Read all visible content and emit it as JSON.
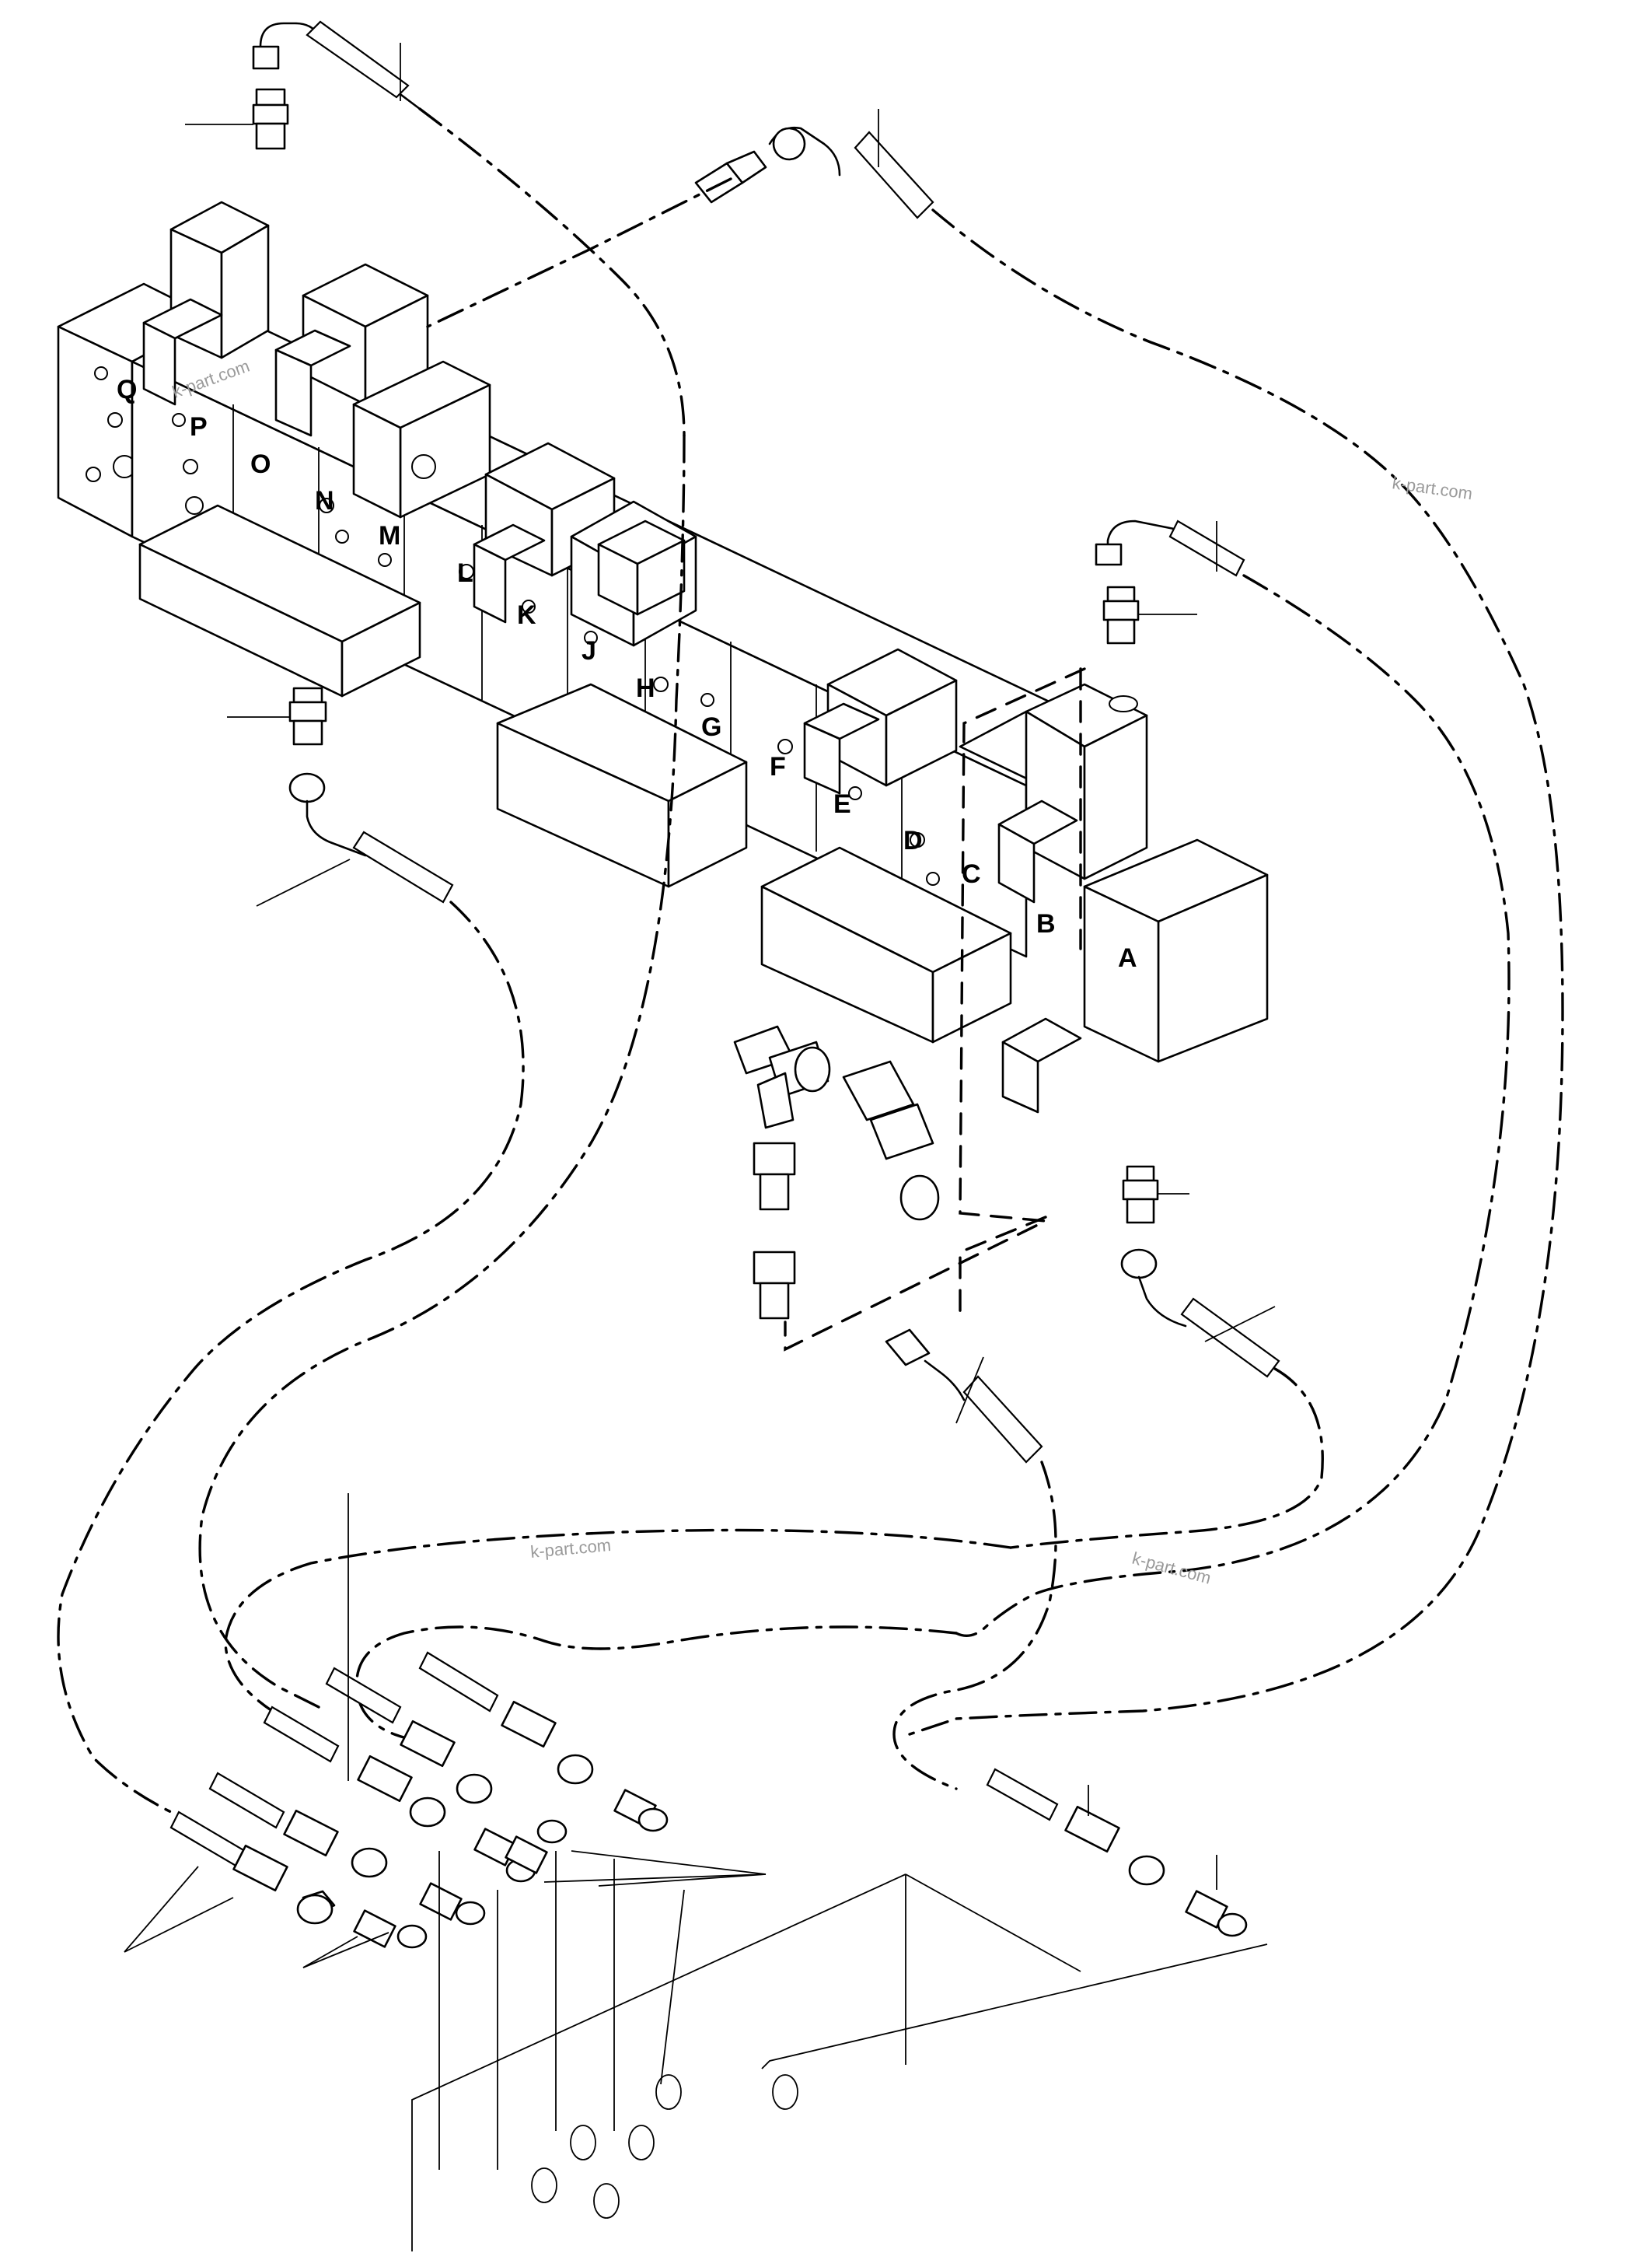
{
  "diagram": {
    "port_labels": [
      "A",
      "B",
      "C",
      "D",
      "E",
      "F",
      "G",
      "H",
      "J",
      "K",
      "L",
      "M",
      "N",
      "O",
      "P",
      "Q"
    ],
    "watermarks": [
      "k-part.com",
      "k-part.com",
      "k-part.com",
      "k-part.com"
    ]
  }
}
